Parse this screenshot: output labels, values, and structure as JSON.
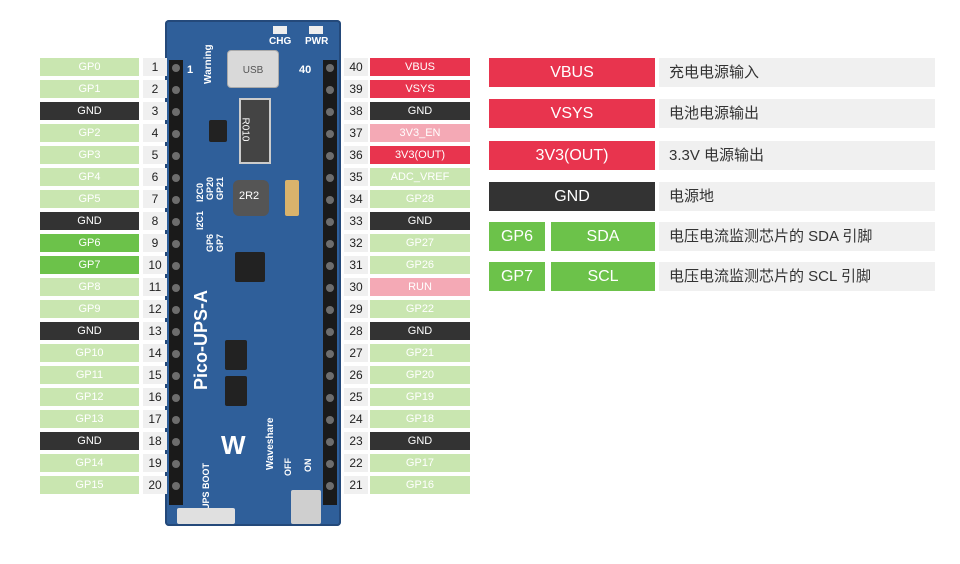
{
  "board": {
    "name": "Pico-UPS-A",
    "brand": "Waveshare",
    "warning": "Warning",
    "usb": "USB",
    "chg": "CHG",
    "pwr": "PWR",
    "i2c1": "I2C1",
    "i2c0": "I2C0",
    "gp6": "GP6",
    "gp7": "GP7",
    "gp20": "GP20",
    "gp21": "GP21",
    "r010": "R010",
    "l2r2": "2R2",
    "ups_boot": "UPS BOOT",
    "off": "OFF",
    "on": "ON",
    "pin1": "1",
    "pin40": "40"
  },
  "left_pins": [
    {
      "label": "GP0",
      "num": "1",
      "type": "gp"
    },
    {
      "label": "GP1",
      "num": "2",
      "type": "gp"
    },
    {
      "label": "GND",
      "num": "3",
      "type": "gnd"
    },
    {
      "label": "GP2",
      "num": "4",
      "type": "gp"
    },
    {
      "label": "GP3",
      "num": "5",
      "type": "gp"
    },
    {
      "label": "GP4",
      "num": "6",
      "type": "gp"
    },
    {
      "label": "GP5",
      "num": "7",
      "type": "gp"
    },
    {
      "label": "GND",
      "num": "8",
      "type": "gnd"
    },
    {
      "label": "GP6",
      "num": "9",
      "type": "gp-active"
    },
    {
      "label": "GP7",
      "num": "10",
      "type": "gp-active"
    },
    {
      "label": "GP8",
      "num": "11",
      "type": "gp"
    },
    {
      "label": "GP9",
      "num": "12",
      "type": "gp"
    },
    {
      "label": "GND",
      "num": "13",
      "type": "gnd"
    },
    {
      "label": "GP10",
      "num": "14",
      "type": "gp"
    },
    {
      "label": "GP11",
      "num": "15",
      "type": "gp"
    },
    {
      "label": "GP12",
      "num": "16",
      "type": "gp"
    },
    {
      "label": "GP13",
      "num": "17",
      "type": "gp"
    },
    {
      "label": "GND",
      "num": "18",
      "type": "gnd"
    },
    {
      "label": "GP14",
      "num": "19",
      "type": "gp"
    },
    {
      "label": "GP15",
      "num": "20",
      "type": "gp"
    }
  ],
  "right_pins": [
    {
      "label": "VBUS",
      "num": "40",
      "type": "pwr"
    },
    {
      "label": "VSYS",
      "num": "39",
      "type": "pwr"
    },
    {
      "label": "GND",
      "num": "38",
      "type": "gnd"
    },
    {
      "label": "3V3_EN",
      "num": "37",
      "type": "pwr-light"
    },
    {
      "label": "3V3(OUT)",
      "num": "36",
      "type": "pwr"
    },
    {
      "label": "ADC_VREF",
      "num": "35",
      "type": "gp"
    },
    {
      "label": "GP28",
      "num": "34",
      "type": "gp"
    },
    {
      "label": "GND",
      "num": "33",
      "type": "gnd"
    },
    {
      "label": "GP27",
      "num": "32",
      "type": "gp"
    },
    {
      "label": "GP26",
      "num": "31",
      "type": "gp"
    },
    {
      "label": "RUN",
      "num": "30",
      "type": "pwr-light"
    },
    {
      "label": "GP22",
      "num": "29",
      "type": "gp"
    },
    {
      "label": "GND",
      "num": "28",
      "type": "gnd"
    },
    {
      "label": "GP21",
      "num": "27",
      "type": "gp"
    },
    {
      "label": "GP20",
      "num": "26",
      "type": "gp"
    },
    {
      "label": "GP19",
      "num": "25",
      "type": "gp"
    },
    {
      "label": "GP18",
      "num": "24",
      "type": "gp"
    },
    {
      "label": "GND",
      "num": "23",
      "type": "gnd"
    },
    {
      "label": "GP17",
      "num": "22",
      "type": "gp"
    },
    {
      "label": "GP16",
      "num": "21",
      "type": "gp"
    }
  ],
  "legend": [
    {
      "boxes": [
        {
          "text": "VBUS",
          "color": "#e8344e"
        }
      ],
      "desc": "充电电源输入"
    },
    {
      "boxes": [
        {
          "text": "VSYS",
          "color": "#e8344e"
        }
      ],
      "desc": "电池电源输出"
    },
    {
      "boxes": [
        {
          "text": "3V3(OUT)",
          "color": "#e8344e"
        }
      ],
      "desc": "3.3V 电源输出"
    },
    {
      "boxes": [
        {
          "text": "GND",
          "color": "#333333"
        }
      ],
      "desc": "电源地"
    },
    {
      "boxes": [
        {
          "text": "GP6",
          "color": "#6cc24a"
        },
        {
          "text": "SDA",
          "color": "#6cc24a"
        }
      ],
      "desc": "电压电流监测芯片的 SDA 引脚"
    },
    {
      "boxes": [
        {
          "text": "GP7",
          "color": "#6cc24a"
        },
        {
          "text": "SCL",
          "color": "#6cc24a"
        }
      ],
      "desc": "电压电流监测芯片的 SCL 引脚"
    }
  ]
}
